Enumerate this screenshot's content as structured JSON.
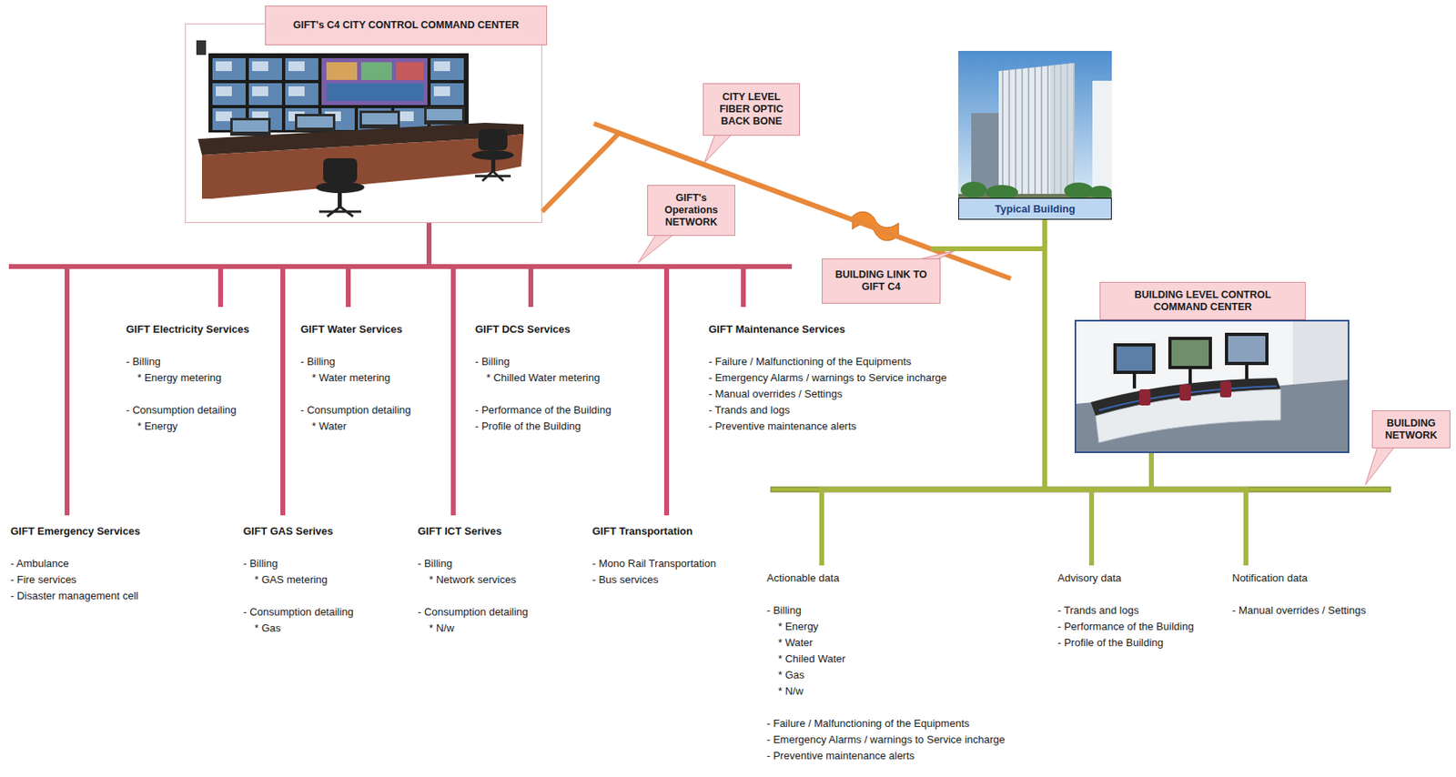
{
  "diagram": {
    "nodes": [
      {
        "text": [
          "GIFT's C4 CITY CONTROL COMMAND CENTER"
        ]
      },
      {
        "text": [
          "CITY LEVEL FIBER OPTIC BACK BONE"
        ]
      },
      {
        "text": [
          "Typical Building"
        ]
      },
      {
        "text": [
          "GIFT's Operations NETWORK"
        ]
      },
      {
        "text": [
          "BUILDING LINK TO GIFT C4"
        ]
      },
      {
        "text": [
          "BUILDING LEVEL CONTROL COMMAND CENTER"
        ]
      },
      {
        "text": [
          "BUILDING NETWORK"
        ]
      },
      {
        "text": [
          "GIFT Electricity Services",
          "- Billing",
          "* Energy metering",
          "- Consumption detailing",
          "* Energy"
        ]
      },
      {
        "text": [
          "GIFT Water Services",
          "- Billing",
          "* Water metering",
          "- Consumption detailing",
          "* Water"
        ]
      },
      {
        "text": [
          "GIFT DCS Services",
          "- Billing",
          "* Chilled Water metering",
          "- Performance of the Building",
          "- Profile of the Building"
        ]
      },
      {
        "text": [
          "GIFT Maintenance Services",
          "- Failure / Malfunctioning of the Equipments",
          "- Emergency Alarms / warnings to Service incharge",
          "- Manual overrides / Settings",
          "- Trands and logs",
          "- Preventive maintenance alerts"
        ]
      },
      {
        "text": [
          "GIFT Emergency Services",
          "- Ambulance",
          "- Fire services",
          "- Disaster management cell"
        ]
      },
      {
        "text": [
          "GIFT GAS Serives",
          "- Billing",
          "* GAS metering",
          "- Consumption detailing",
          "* Gas"
        ]
      },
      {
        "text": [
          "GIFT ICT Serives",
          "- Billing",
          "* Network services",
          "- Consumption detailing",
          "* N/w"
        ]
      },
      {
        "text": [
          "GIFT Transportation",
          "- Mono Rail Transportation",
          "- Bus services"
        ]
      },
      {
        "text": [
          "Actionable data",
          "- Billing",
          "* Energy",
          "* Water",
          "* Chiled Water",
          "* Gas",
          "* N/w",
          "- Failure / Malfunctioning of the Equipments",
          "- Emergency Alarms / warnings to Service incharge",
          "- Preventive maintenance alerts"
        ]
      },
      {
        "text": [
          "Advisory data",
          "- Trands and logs",
          "- Performance of the Building",
          "- Profile of the Building"
        ]
      },
      {
        "text": [
          "Notification data",
          "- Manual overrides / Settings"
        ]
      }
    ],
    "edges": [
      {
        "from": 0,
        "to": 2,
        "arrow": "none"
      },
      {
        "from": 0,
        "to": 11,
        "arrow": "none"
      },
      {
        "from": 0,
        "to": 7,
        "arrow": "none"
      },
      {
        "from": 0,
        "to": 12,
        "arrow": "none"
      },
      {
        "from": 0,
        "to": 8,
        "arrow": "none"
      },
      {
        "from": 0,
        "to": 13,
        "arrow": "none"
      },
      {
        "from": 0,
        "to": 9,
        "arrow": "none"
      },
      {
        "from": 0,
        "to": 14,
        "arrow": "none"
      },
      {
        "from": 0,
        "to": 10,
        "arrow": "none"
      },
      {
        "from": 2,
        "to": 5,
        "arrow": "none"
      },
      {
        "from": 5,
        "to": 15,
        "arrow": "none"
      },
      {
        "from": 5,
        "to": 16,
        "arrow": "none"
      },
      {
        "from": 5,
        "to": 17,
        "arrow": "none"
      }
    ]
  }
}
